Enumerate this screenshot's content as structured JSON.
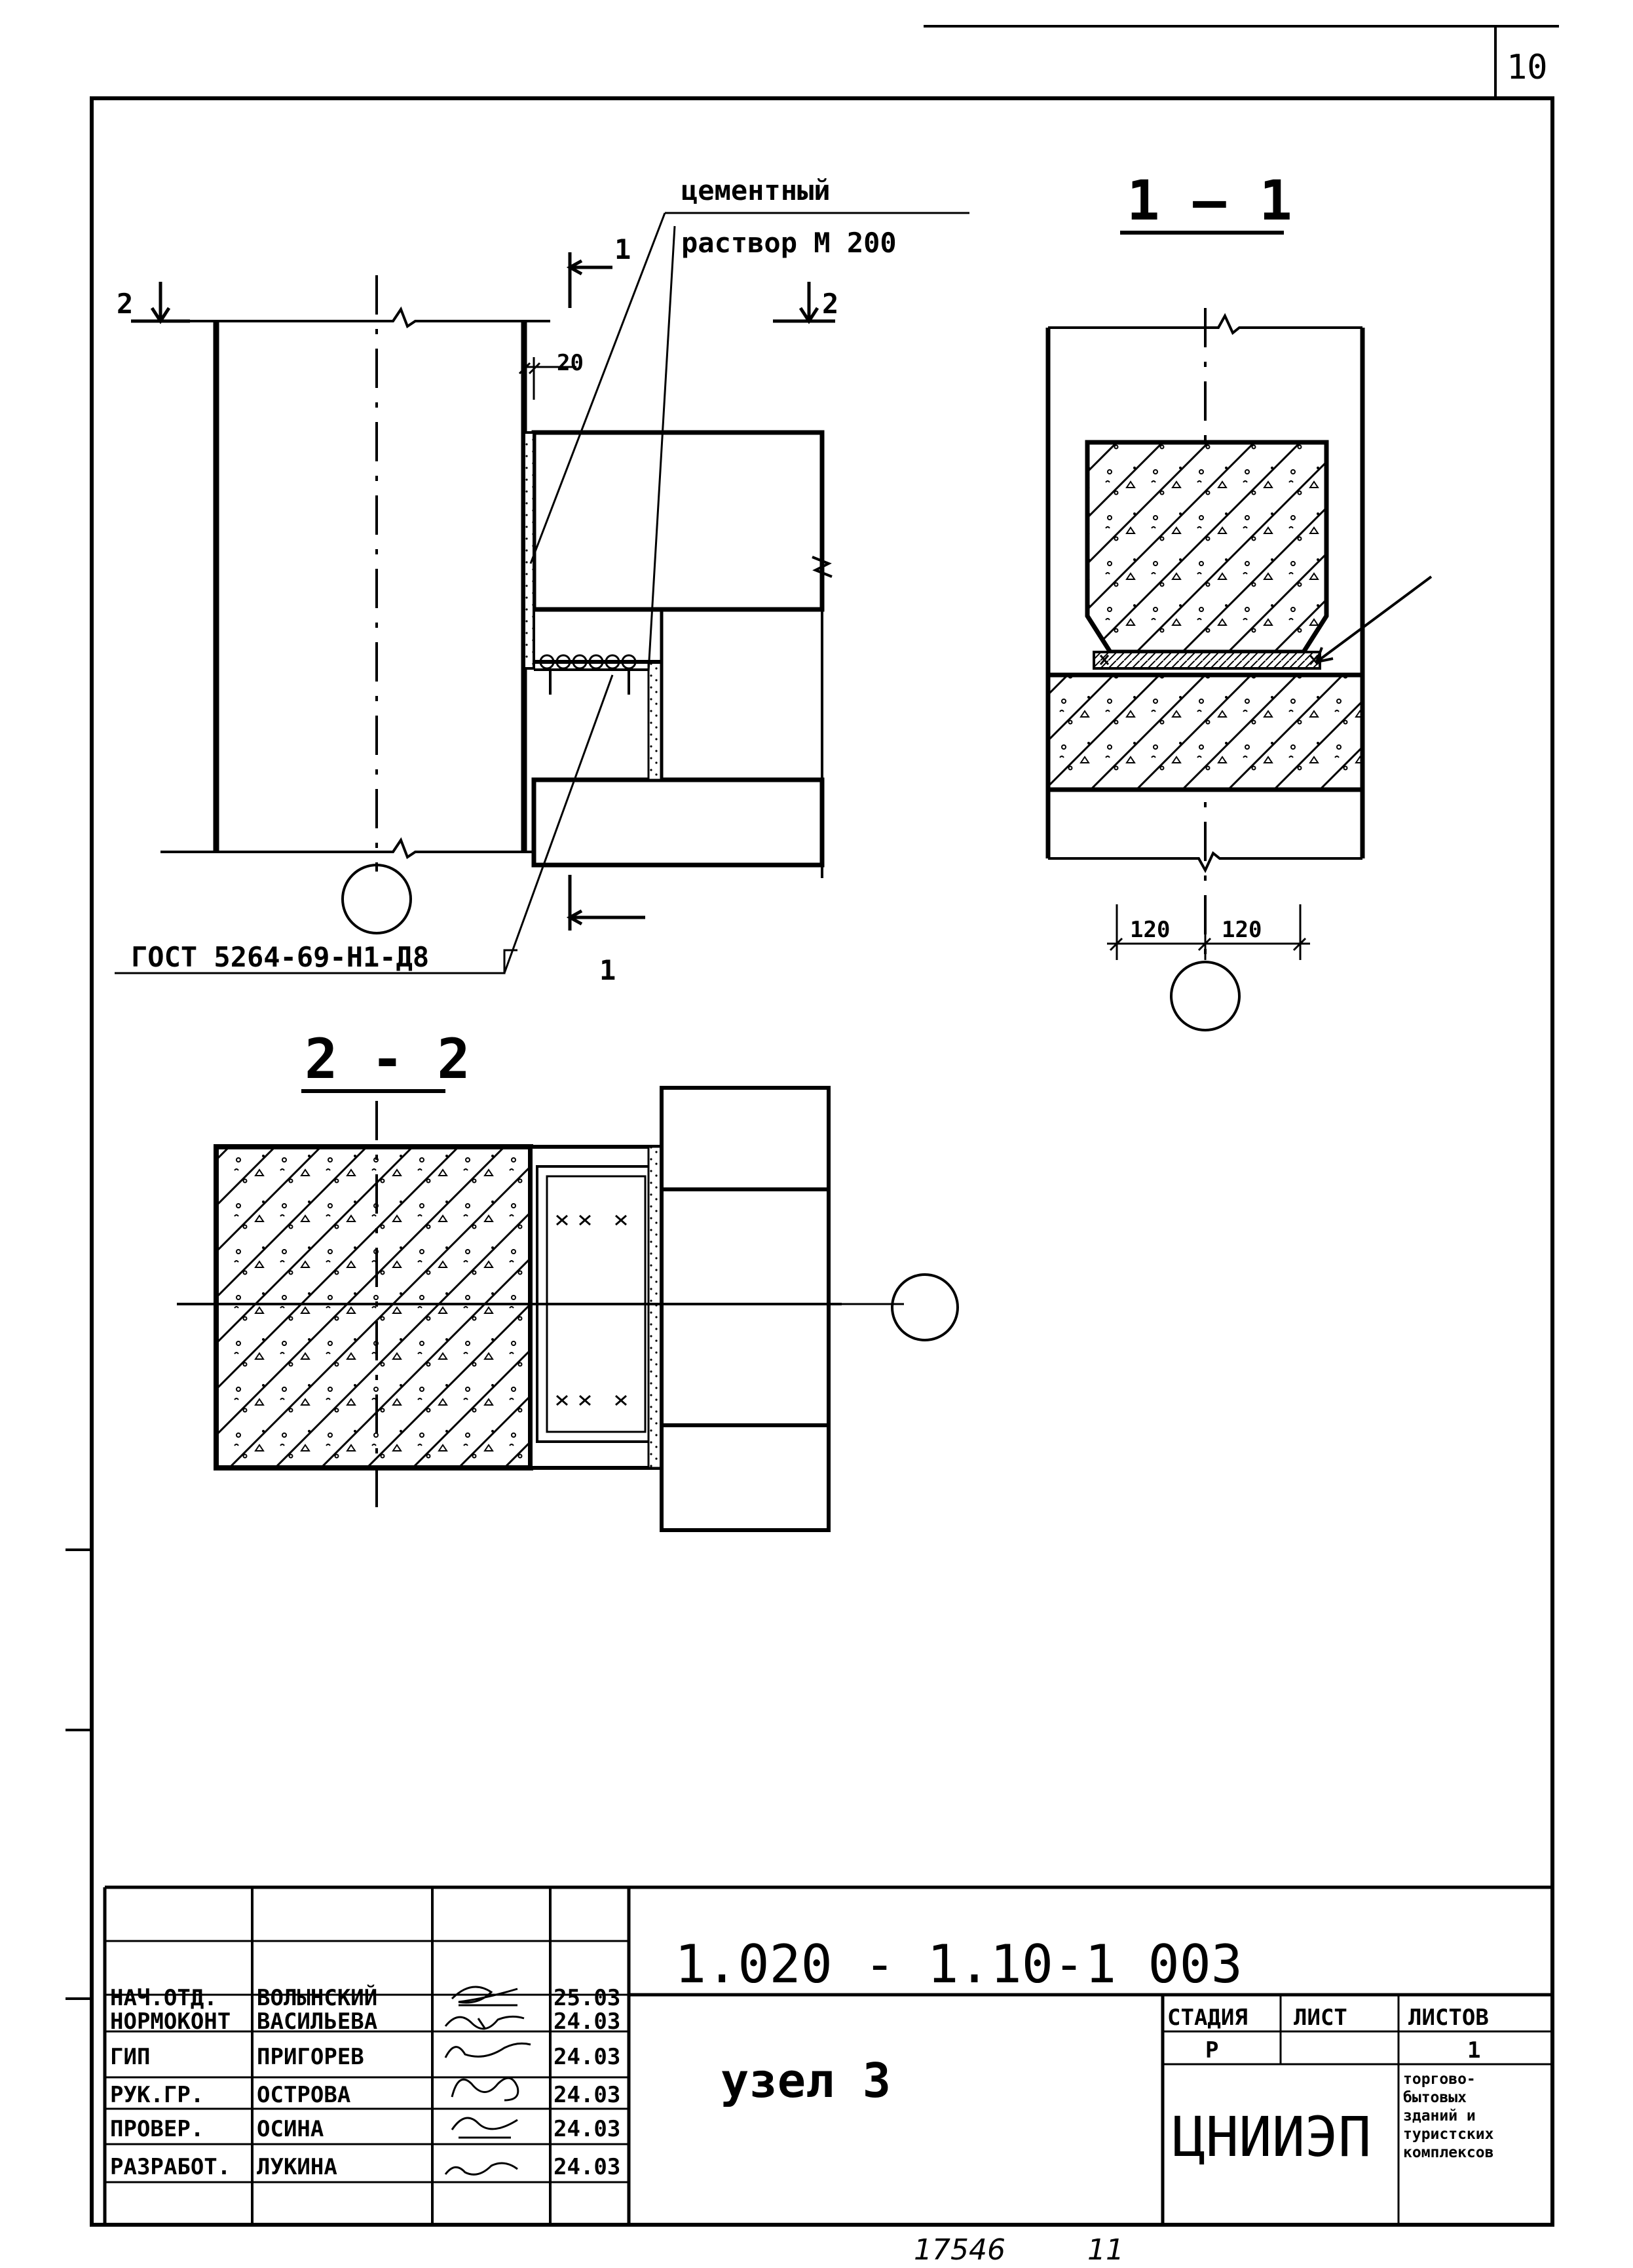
{
  "sheet_number": "10",
  "labels": {
    "mortar_line1": "цементный",
    "mortar_line2": "раствор М 200",
    "gost": "ГОСТ 5264-69-Н1-Д8",
    "section_1_1": "1 – 1",
    "section_2_2": "2 - 2",
    "cut_1": "1",
    "cut_2": "2",
    "dim_20": "20",
    "dim_120_left": "120",
    "dim_120_right": "120"
  },
  "title_block": {
    "rows": [
      {
        "role": "НАЧ.ОТД.",
        "name": "ВОЛЫНСКИЙ",
        "date": "25.03"
      },
      {
        "role": "НОРМОКОНТ",
        "name": "ВАСИЛЬЕВА",
        "date": "24.03"
      },
      {
        "role": "ГИП",
        "name": "ПРИГОРЕВ",
        "date": "24.03"
      },
      {
        "role": "РУК.ГР.",
        "name": "ОСТРОВА",
        "date": "24.03"
      },
      {
        "role": "ПРОВЕР.",
        "name": "ОСИНА",
        "date": "24.03"
      },
      {
        "role": "РАЗРАБОТ.",
        "name": "ЛУКИНА",
        "date": "24.03"
      }
    ],
    "code": "1.020 - 1.10-1 003",
    "title": "узел 3",
    "stage_label": "СТАДИЯ",
    "sheet_label": "ЛИСТ",
    "sheets_label": "ЛИСТОВ",
    "stage_value": "Р",
    "sheets_value": "1",
    "org": "ЦНИИЭП",
    "org_desc": [
      "торгово-",
      "бытовых",
      "зданий и",
      "туристских",
      "комплексов"
    ]
  },
  "footer": {
    "inventory": "17546",
    "format": "11"
  }
}
